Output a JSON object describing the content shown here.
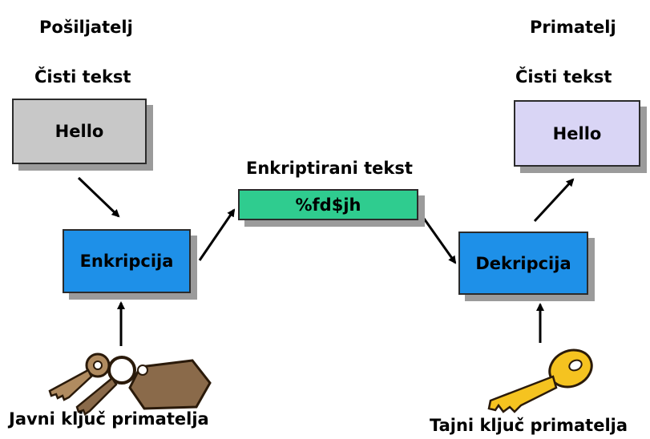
{
  "sender": {
    "title": "Pošiljatelj",
    "plaintext_label": "Čisti tekst",
    "plaintext_value": "Hello"
  },
  "receiver": {
    "title": "Primatelj",
    "plaintext_label": "Čisti tekst",
    "plaintext_value": "Hello"
  },
  "encryption": {
    "label": "Enkripcija"
  },
  "ciphertext": {
    "label": "Enkriptirani tekst",
    "value": "%fd$jh"
  },
  "decryption": {
    "label": "Dekripcija"
  },
  "public_key": {
    "label": "Javni ključ primatelja",
    "icon": "keyring-icon"
  },
  "private_key": {
    "label": "Tajni ključ primatelja",
    "icon": "key-icon"
  },
  "colors": {
    "sender_plaintext_box": "#c8c8c8",
    "receiver_plaintext_box": "#d9d5f5",
    "process_box": "#1e90e8",
    "ciphertext_box": "#2fcc8f",
    "box_shadow": "#9b9b9b",
    "public_key_fill": "#8a6a4a",
    "private_key_fill": "#f5c320"
  }
}
